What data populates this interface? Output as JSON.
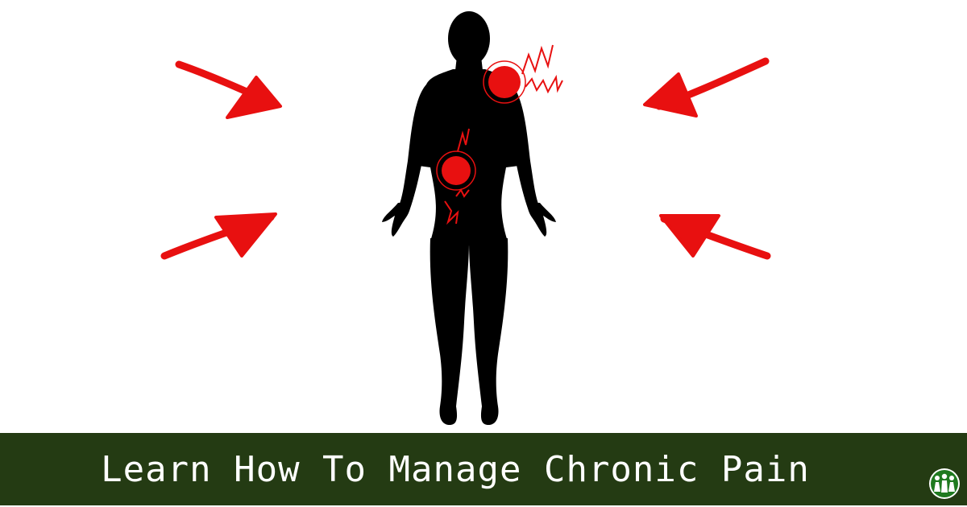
{
  "banner": {
    "title": "Learn How To Manage Chronic Pain",
    "background_color": "#243b13",
    "text_color": "#ffffff"
  },
  "illustration": {
    "silhouette_color": "#000000",
    "pain_color": "#e81010",
    "arrow_color": "#e81010",
    "pain_points": [
      "right-shoulder",
      "lower-abdomen"
    ],
    "icons": [
      "human-silhouette-icon",
      "arrow-icon",
      "pain-point-icon",
      "community-logo-icon"
    ]
  }
}
